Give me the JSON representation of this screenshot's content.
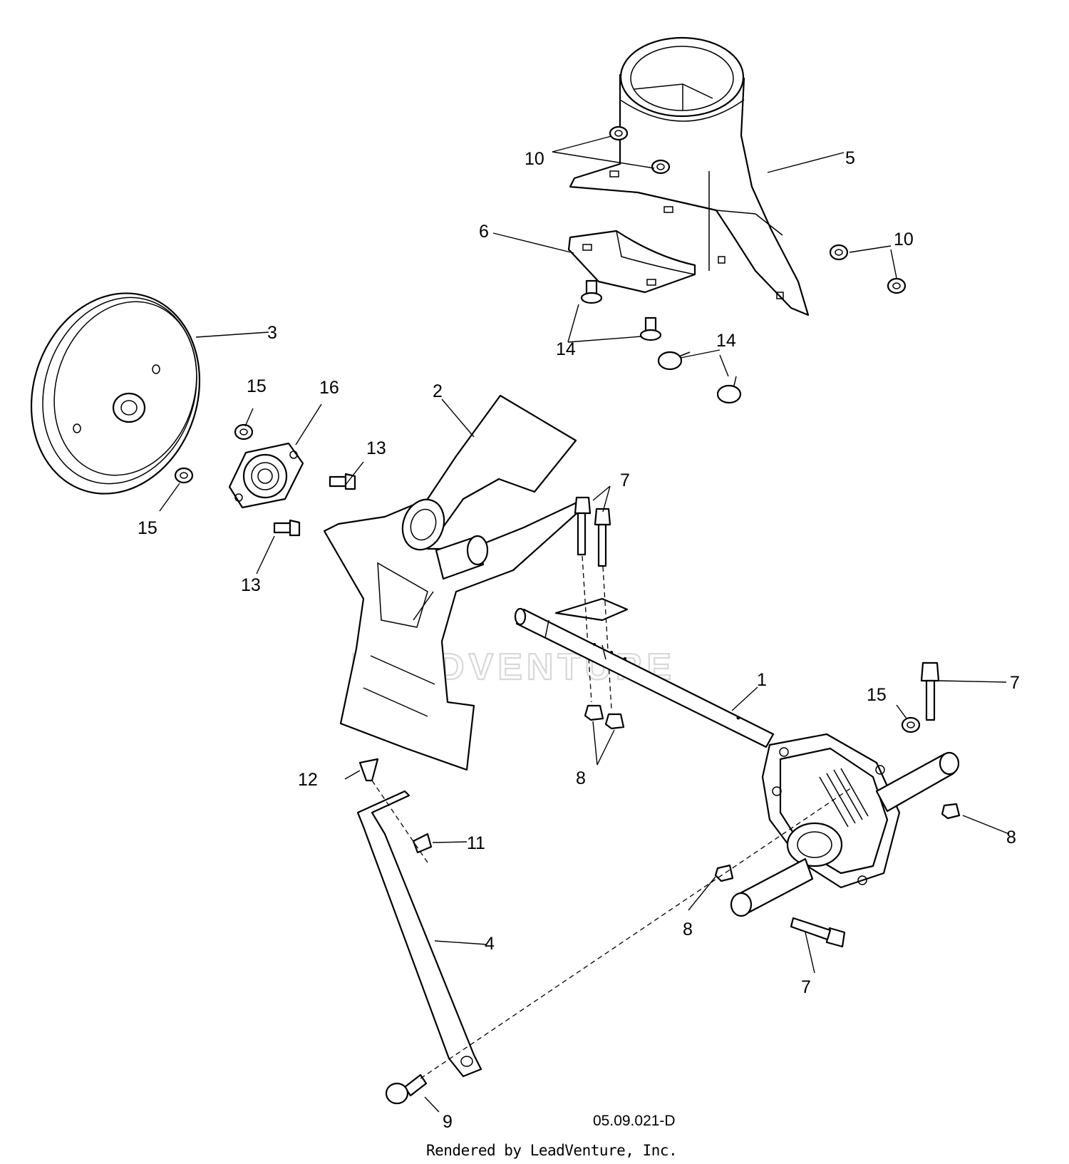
{
  "diagram": {
    "drawing_number": "05.09.021-D",
    "credit": "Rendered by LeadVenture, Inc.",
    "watermark": "LEADVENTURE",
    "callouts": [
      {
        "id": "c1",
        "label": "1"
      },
      {
        "id": "c2",
        "label": "2"
      },
      {
        "id": "c3",
        "label": "3"
      },
      {
        "id": "c4",
        "label": "4"
      },
      {
        "id": "c5",
        "label": "5"
      },
      {
        "id": "c6",
        "label": "6"
      },
      {
        "id": "c7a",
        "label": "7"
      },
      {
        "id": "c7b",
        "label": "7"
      },
      {
        "id": "c7c",
        "label": "7"
      },
      {
        "id": "c8a",
        "label": "8"
      },
      {
        "id": "c8b",
        "label": "8"
      },
      {
        "id": "c8c",
        "label": "8"
      },
      {
        "id": "c9",
        "label": "9"
      },
      {
        "id": "c10a",
        "label": "10"
      },
      {
        "id": "c10b",
        "label": "10"
      },
      {
        "id": "c11",
        "label": "11"
      },
      {
        "id": "c12",
        "label": "12"
      },
      {
        "id": "c13a",
        "label": "13"
      },
      {
        "id": "c13b",
        "label": "13"
      },
      {
        "id": "c14a",
        "label": "14"
      },
      {
        "id": "c14b",
        "label": "14"
      },
      {
        "id": "c15a",
        "label": "15"
      },
      {
        "id": "c15b",
        "label": "15"
      },
      {
        "id": "c15c",
        "label": "15"
      },
      {
        "id": "c16",
        "label": "16"
      }
    ]
  }
}
